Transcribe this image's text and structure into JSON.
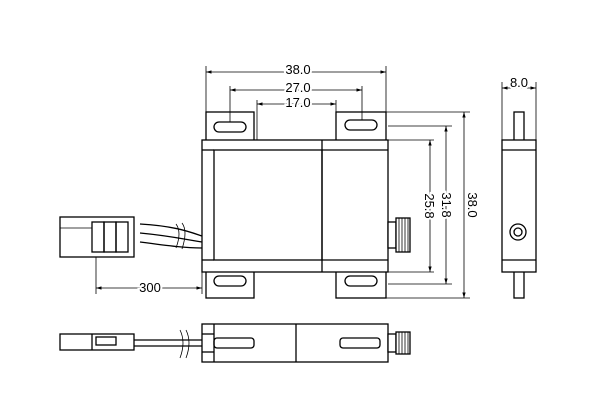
{
  "diagram": {
    "dimensions": {
      "overall_width": "38.0",
      "hole_spacing_outer": "27.0",
      "hole_spacing_inner": "17.0",
      "overall_height": "38.0",
      "body_height": "31.8",
      "hole_spacing_vertical": "25.8",
      "thickness": "8.0",
      "cable_length": "300"
    }
  }
}
